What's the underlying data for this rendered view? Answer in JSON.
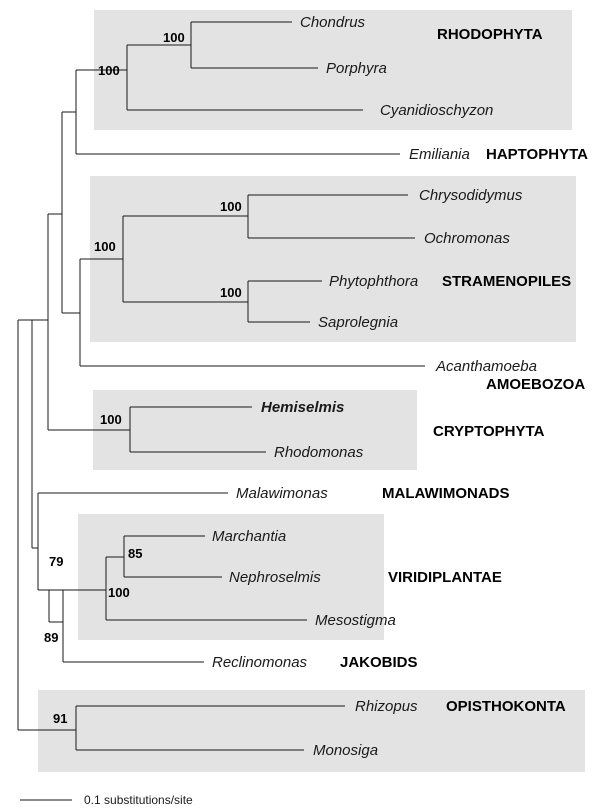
{
  "taxa": {
    "chondrus": "Chondrus",
    "porphyra": "Porphyra",
    "cyanidioschyzon": "Cyanidioschyzon",
    "emiliania": "Emiliania",
    "chrysodidymus": "Chrysodidymus",
    "ochromonas": "Ochromonas",
    "phytophthora": "Phytophthora",
    "saprolegnia": "Saprolegnia",
    "acanthamoeba": "Acanthamoeba",
    "hemiselmis": "Hemiselmis",
    "rhodomonas": "Rhodomonas",
    "malawimonas": "Malawimonas",
    "marchantia": "Marchantia",
    "nephroselmis": "Nephroselmis",
    "mesostigma": "Mesostigma",
    "reclinomonas": "Reclinomonas",
    "rhizopus": "Rhizopus",
    "monosiga": "Monosiga"
  },
  "groups": {
    "rhodophyta": "RHODOPHYTA",
    "haptophyta": "HAPTOPHYTA",
    "stramenopiles": "STRAMENOPILES",
    "amoebozoa": "AMOEBOZOA",
    "cryptophyta": "CRYPTOPHYTA",
    "malawimonads": "MALAWIMONADS",
    "viridiplantae": "VIRIDIPLANTAE",
    "jakobids": "JAKOBIDS",
    "opisthokonta": "OPISTHOKONTA"
  },
  "support": {
    "chondrus_porphyra": "100",
    "rhodophyta": "100",
    "chrysodidymus_ochromonas": "100",
    "stramenopiles": "100",
    "phytophthora_saprolegnia": "100",
    "cryptophyta": "100",
    "marchantia_nephroselmis": "85",
    "viridiplantae": "100",
    "malawimonas_viridiplantae_jakobids": "79",
    "viridiplantae_jakobids": "89",
    "opisthokonta": "91"
  },
  "scale": {
    "label": "0.1 substitutions/site"
  }
}
